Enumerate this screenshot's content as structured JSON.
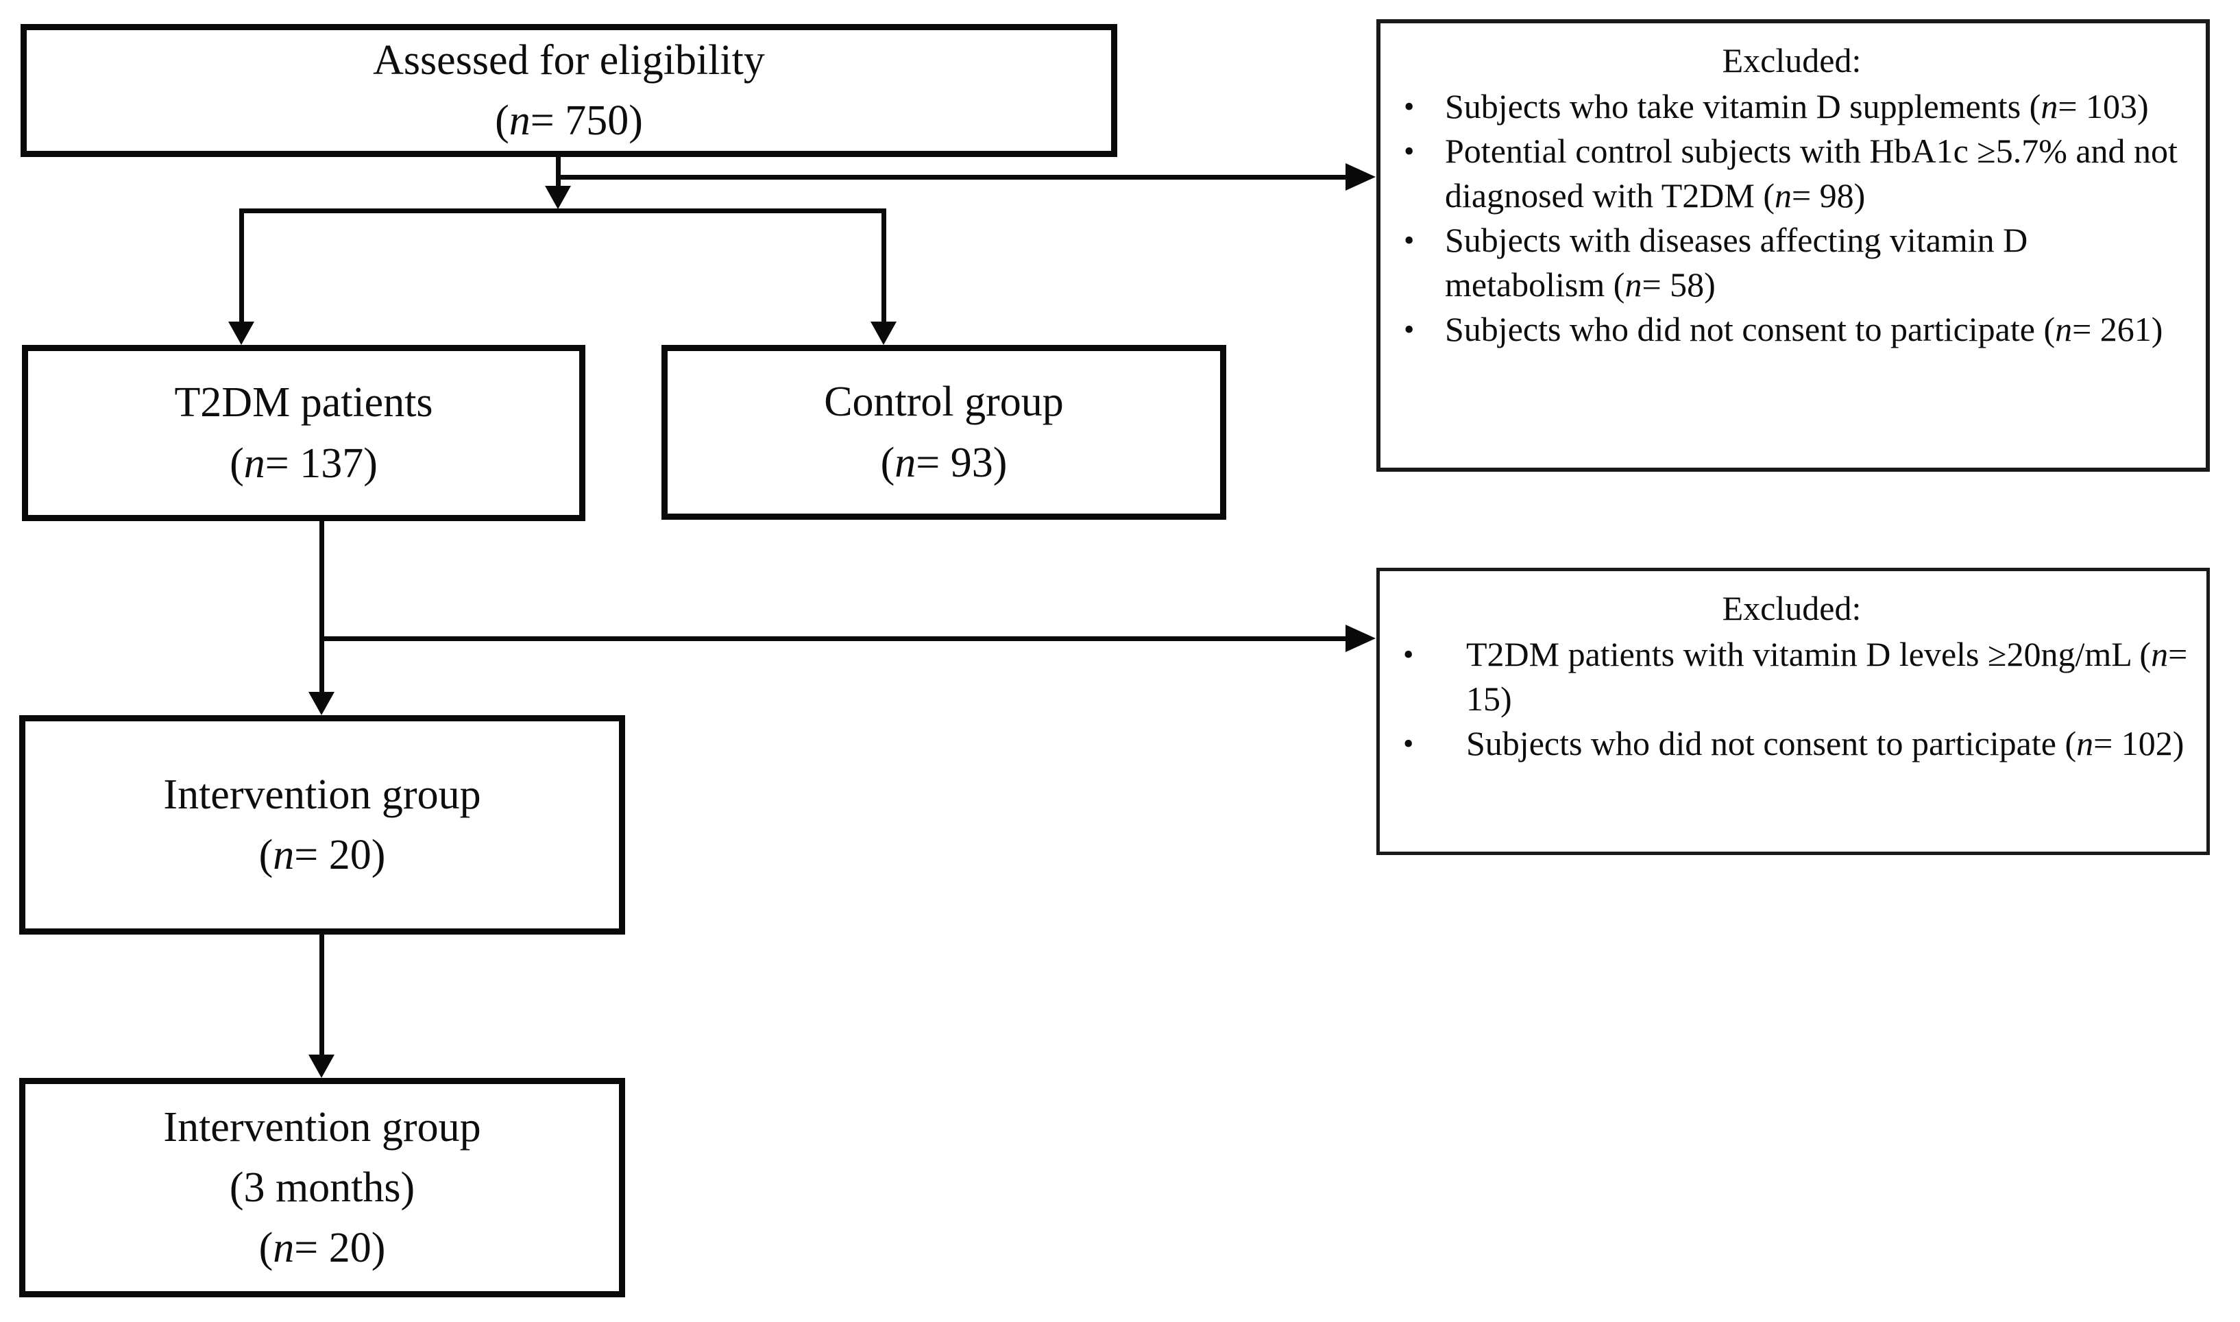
{
  "figure": {
    "kind": "participant-flow-diagram",
    "bullet": "•",
    "ink_color": "#000000",
    "background": "#ffffff"
  },
  "boxes": {
    "assessed": {
      "lines": [
        "Assessed for eligibility",
        "(n= 750)"
      ]
    },
    "t2dm": {
      "lines": [
        "T2DM patients",
        "(n= 137)"
      ]
    },
    "control": {
      "lines": [
        "Control group",
        "(n= 93)"
      ]
    },
    "excluded_top": {
      "title": "Excluded:",
      "items": [
        "Subjects who take vitamin D supplements (n= 103)",
        "Potential control subjects with HbA1c ≥5.7% and not diagnosed with T2DM (n= 98)",
        "Subjects with diseases affecting vitamin D metabolism (n= 58)",
        "Subjects who did not consent to participate (n= 261)"
      ]
    },
    "excluded_mid": {
      "title": "Excluded:",
      "items": [
        "T2DM patients with vitamin D levels ≥20ng/mL (n= 15)",
        "Subjects who did not consent to participate (n= 102)"
      ]
    },
    "intervention": {
      "lines": [
        "Intervention group",
        "(n= 20)"
      ]
    },
    "intervention_3mo": {
      "lines": [
        "Intervention group",
        "(3 months)",
        "(n= 20)"
      ]
    }
  }
}
